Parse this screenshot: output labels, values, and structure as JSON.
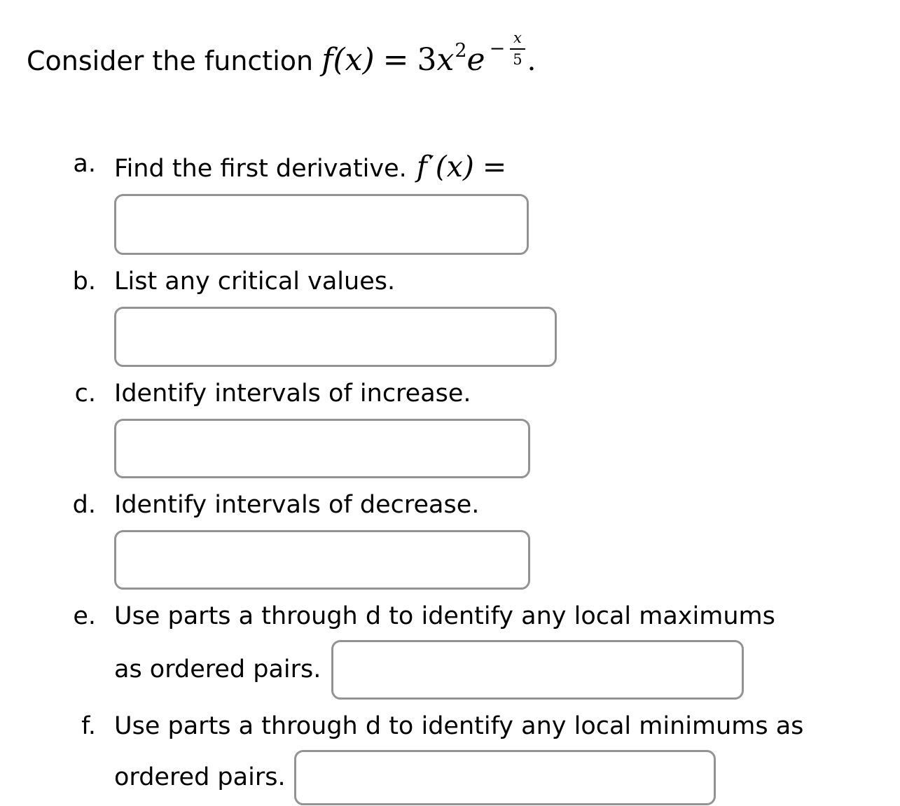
{
  "header": {
    "prefix": "Consider the function",
    "math": {
      "fx": "f(x)",
      "equals": "=",
      "coefficient": "3",
      "variable": "x",
      "power": "2",
      "base": "e",
      "exponent_minus": "−",
      "exponent_numerator": "x",
      "exponent_denominator": "5"
    },
    "suffix": "."
  },
  "questions": [
    {
      "marker": "a.",
      "label": "Find the first derivative.",
      "math": {
        "f": "f",
        "prime": "′",
        "arg": "(x)",
        "equals": "="
      }
    },
    {
      "marker": "b.",
      "label": "List any critical values."
    },
    {
      "marker": "c.",
      "label": "Identify intervals of increase."
    },
    {
      "marker": "d.",
      "label": "Identify intervals of decrease."
    },
    {
      "marker": "e.",
      "line1": "Use parts a through d to identify any local maximums",
      "line2": "as ordered pairs."
    },
    {
      "marker": "f.",
      "line1": "Use parts a through d to identify any local minimums as",
      "line2": "ordered pairs."
    }
  ],
  "inputs": {
    "a": {
      "value": "",
      "placeholder": ""
    },
    "b": {
      "value": "",
      "placeholder": ""
    },
    "c": {
      "value": "",
      "placeholder": ""
    },
    "d": {
      "value": "",
      "placeholder": ""
    },
    "e": {
      "value": "",
      "placeholder": ""
    },
    "f": {
      "value": "",
      "placeholder": ""
    }
  },
  "colors": {
    "text": "#000000",
    "background": "#ffffff",
    "box_border": "#939393"
  }
}
